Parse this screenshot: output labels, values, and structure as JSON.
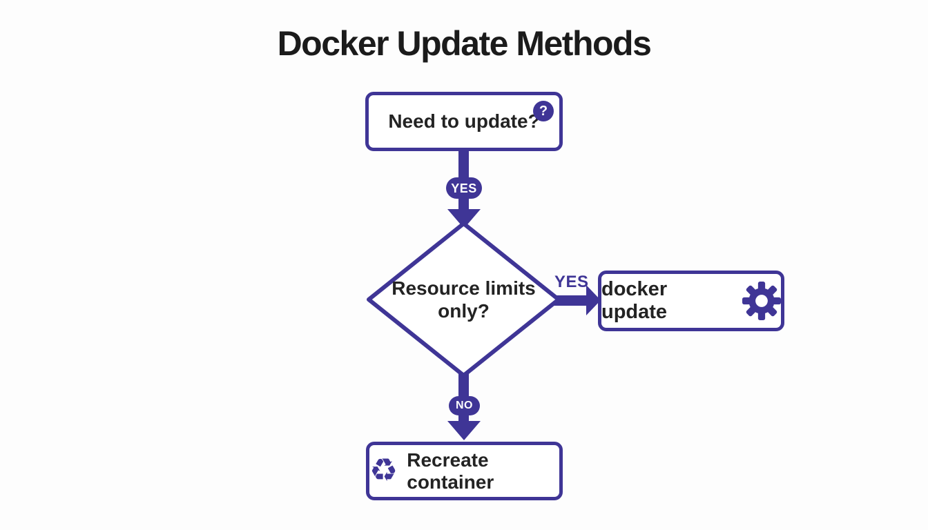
{
  "colors": {
    "accent": "#3F3596",
    "node_border": "#3F3596",
    "node_text": "#232323",
    "title_text": "#1B1B1B",
    "badge_text": "#FFFFFF",
    "background": "#FDFDFD"
  },
  "title": "Docker Update Methods",
  "flowchart": {
    "nodes": {
      "start": {
        "label": "Need to update?",
        "icon": "question-mark-icon",
        "icon_glyph": "?"
      },
      "decision": {
        "label_line1": "Resource limits",
        "label_line2": "only?"
      },
      "docker_update": {
        "label": "docker update",
        "icon": "gear-icon"
      },
      "recreate": {
        "label": "Recreate container",
        "icon": "recycle-icon",
        "icon_glyph": "♻"
      }
    },
    "edges": {
      "start_to_decision": {
        "label": "YES",
        "style": "badge-on-arrow"
      },
      "decision_to_docker_update": {
        "label": "YES",
        "style": "text-above-arrow"
      },
      "decision_to_recreate": {
        "label": "NO",
        "style": "badge-on-arrow"
      }
    }
  }
}
